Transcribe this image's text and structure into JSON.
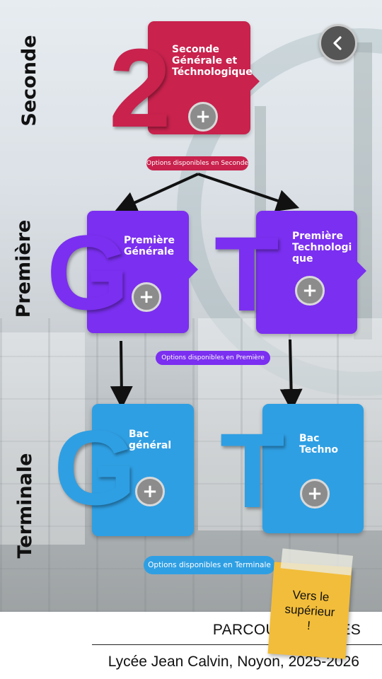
{
  "rows": {
    "seconde": "Seconde",
    "premiere": "Première",
    "terminale": "Terminale"
  },
  "seconde_card": {
    "letter": "2",
    "title": "Seconde\nGénérale et\nTéchnologique",
    "plus": "+",
    "color": "#c8224d"
  },
  "seconde_options": "Options disponibles en Seconde",
  "premiere_g_card": {
    "letter": "G",
    "title": "Première\nGénérale",
    "plus": "+",
    "color": "#7b2ff0"
  },
  "premiere_t_card": {
    "letter": "T",
    "title": "Première\nTechnologi\nque",
    "plus": "+",
    "color": "#7b2ff0"
  },
  "premiere_options": "Options disponibles en Première",
  "terminale_g_card": {
    "letter": "G",
    "title": "Bac\ngénéral",
    "plus": "+",
    "color": "#2f9fe3"
  },
  "terminale_t_card": {
    "letter": "T",
    "title": "Bac\nTechno",
    "plus": "+",
    "color": "#2f9fe3"
  },
  "terminale_options": "Options disponibles en Terminale",
  "sticky_note": "Vers le\nsupérieur\n!",
  "footer": {
    "title": "PARCOURS LYCÉES",
    "subtitle": "Lycée Jean Calvin, Noyon, 2025-2026"
  },
  "icons": {
    "back": "chevron-left-icon",
    "plus": "plus-icon"
  }
}
